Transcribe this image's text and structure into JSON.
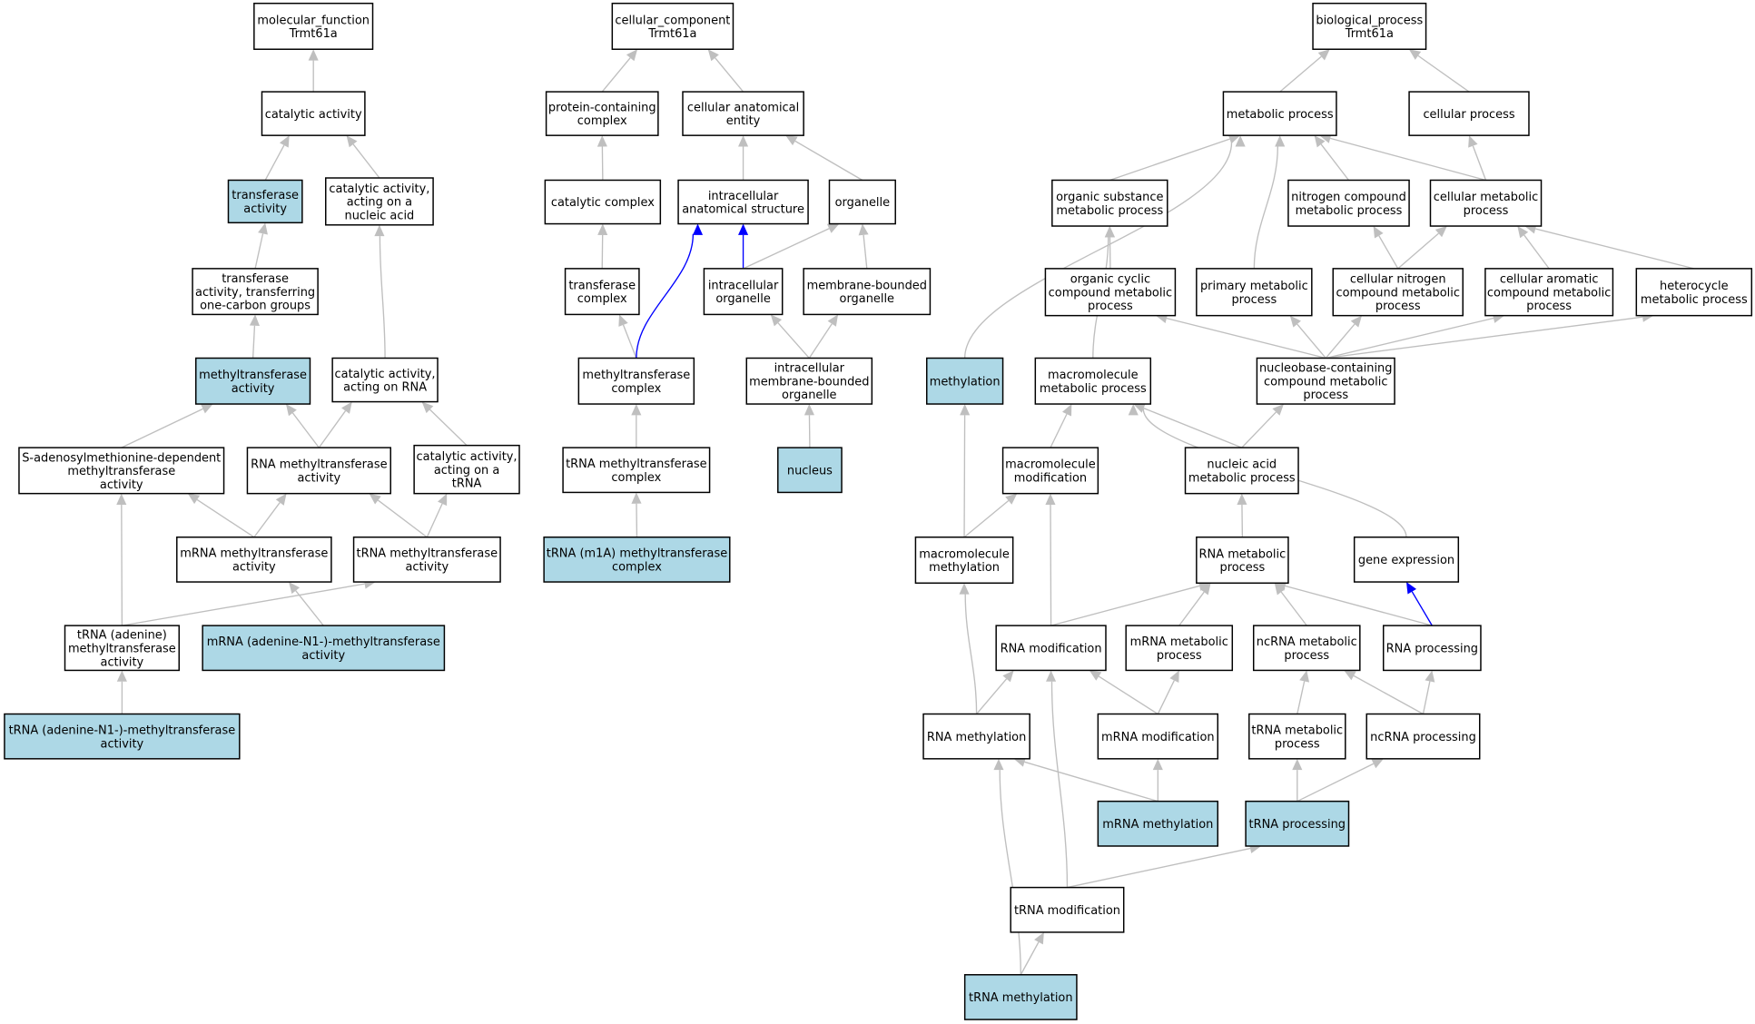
{
  "colors": {
    "highlight": "#add8e6",
    "plain": "#ffffff",
    "edge_gray": "#bfbfbf",
    "edge_blue": "#0000ff"
  },
  "nodes": [
    {
      "id": "mf_root",
      "lines": [
        "molecular_function",
        "Trmt61a"
      ],
      "hl": false
    },
    {
      "id": "mf_cat",
      "lines": [
        "catalytic activity"
      ],
      "hl": false
    },
    {
      "id": "mf_transferase",
      "lines": [
        "transferase",
        "activity"
      ],
      "hl": true
    },
    {
      "id": "mf_cat_na",
      "lines": [
        "catalytic activity,",
        "acting on a",
        "nucleic acid"
      ],
      "hl": false
    },
    {
      "id": "mf_transf_1c",
      "lines": [
        "transferase",
        "activity, transferring",
        "one-carbon groups"
      ],
      "hl": false
    },
    {
      "id": "mf_methyltr",
      "lines": [
        "methyltransferase",
        "activity"
      ],
      "hl": true
    },
    {
      "id": "mf_cat_rna",
      "lines": [
        "catalytic activity,",
        "acting on RNA"
      ],
      "hl": false
    },
    {
      "id": "mf_sam",
      "lines": [
        "S-adenosylmethionine-dependent",
        "methyltransferase",
        "activity"
      ],
      "hl": false
    },
    {
      "id": "mf_rna_mt",
      "lines": [
        "RNA methyltransferase",
        "activity"
      ],
      "hl": false
    },
    {
      "id": "mf_cat_trna",
      "lines": [
        "catalytic activity,",
        "acting on a",
        "tRNA"
      ],
      "hl": false
    },
    {
      "id": "mf_mrna_mt",
      "lines": [
        "mRNA methyltransferase",
        "activity"
      ],
      "hl": false
    },
    {
      "id": "mf_trna_mt",
      "lines": [
        "tRNA methyltransferase",
        "activity"
      ],
      "hl": false
    },
    {
      "id": "mf_trna_ade",
      "lines": [
        "tRNA (adenine)",
        "methyltransferase",
        "activity"
      ],
      "hl": false
    },
    {
      "id": "mf_mrna_n1",
      "lines": [
        "mRNA (adenine-N1-)-methyltransferase",
        "activity"
      ],
      "hl": true
    },
    {
      "id": "mf_trna_n1",
      "lines": [
        "tRNA (adenine-N1-)-methyltransferase",
        "activity"
      ],
      "hl": true
    },
    {
      "id": "cc_root",
      "lines": [
        "cellular_component",
        "Trmt61a"
      ],
      "hl": false
    },
    {
      "id": "cc_protcomplex",
      "lines": [
        "protein-containing",
        "complex"
      ],
      "hl": false
    },
    {
      "id": "cc_cae",
      "lines": [
        "cellular anatomical",
        "entity"
      ],
      "hl": false
    },
    {
      "id": "cc_catcomplex",
      "lines": [
        "catalytic complex"
      ],
      "hl": false
    },
    {
      "id": "cc_ias",
      "lines": [
        "intracellular",
        "anatomical structure"
      ],
      "hl": false
    },
    {
      "id": "cc_organelle",
      "lines": [
        "organelle"
      ],
      "hl": false
    },
    {
      "id": "cc_trcomplex",
      "lines": [
        "transferase",
        "complex"
      ],
      "hl": false
    },
    {
      "id": "cc_intorg",
      "lines": [
        "intracellular",
        "organelle"
      ],
      "hl": false
    },
    {
      "id": "cc_mbo",
      "lines": [
        "membrane-bounded",
        "organelle"
      ],
      "hl": false
    },
    {
      "id": "cc_mtcomplex",
      "lines": [
        "methyltransferase",
        "complex"
      ],
      "hl": false
    },
    {
      "id": "cc_imbo",
      "lines": [
        "intracellular",
        "membrane-bounded",
        "organelle"
      ],
      "hl": false
    },
    {
      "id": "cc_trnamtc",
      "lines": [
        "tRNA methyltransferase",
        "complex"
      ],
      "hl": false
    },
    {
      "id": "cc_nucleus",
      "lines": [
        "nucleus"
      ],
      "hl": true
    },
    {
      "id": "cc_m1a",
      "lines": [
        "tRNA (m1A) methyltransferase",
        "complex"
      ],
      "hl": true
    },
    {
      "id": "bp_root",
      "lines": [
        "biological_process",
        "Trmt61a"
      ],
      "hl": false
    },
    {
      "id": "bp_metab",
      "lines": [
        "metabolic process"
      ],
      "hl": false
    },
    {
      "id": "bp_cellproc",
      "lines": [
        "cellular process"
      ],
      "hl": false
    },
    {
      "id": "bp_osmp",
      "lines": [
        "organic substance",
        "metabolic process"
      ],
      "hl": false
    },
    {
      "id": "bp_ncmp",
      "lines": [
        "nitrogen compound",
        "metabolic process"
      ],
      "hl": false
    },
    {
      "id": "bp_cmp",
      "lines": [
        "cellular metabolic",
        "process"
      ],
      "hl": false
    },
    {
      "id": "bp_occmp",
      "lines": [
        "organic cyclic",
        "compound metabolic",
        "process"
      ],
      "hl": false
    },
    {
      "id": "bp_pmp",
      "lines": [
        "primary metabolic",
        "process"
      ],
      "hl": false
    },
    {
      "id": "bp_cnc",
      "lines": [
        "cellular nitrogen",
        "compound metabolic",
        "process"
      ],
      "hl": false
    },
    {
      "id": "bp_cac",
      "lines": [
        "cellular aromatic",
        "compound metabolic",
        "process"
      ],
      "hl": false
    },
    {
      "id": "bp_het",
      "lines": [
        "heterocycle",
        "metabolic process"
      ],
      "hl": false
    },
    {
      "id": "bp_methylation",
      "lines": [
        "methylation"
      ],
      "hl": true
    },
    {
      "id": "bp_macromp",
      "lines": [
        "macromolecule",
        "metabolic process"
      ],
      "hl": false
    },
    {
      "id": "bp_nbc",
      "lines": [
        "nucleobase-containing",
        "compound metabolic",
        "process"
      ],
      "hl": false
    },
    {
      "id": "bp_macromod",
      "lines": [
        "macromolecule",
        "modification"
      ],
      "hl": false
    },
    {
      "id": "bp_namp",
      "lines": [
        "nucleic acid",
        "metabolic process"
      ],
      "hl": false
    },
    {
      "id": "bp_macrometh",
      "lines": [
        "macromolecule",
        "methylation"
      ],
      "hl": false
    },
    {
      "id": "bp_rnamp",
      "lines": [
        "RNA metabolic",
        "process"
      ],
      "hl": false
    },
    {
      "id": "bp_geneexp",
      "lines": [
        "gene expression"
      ],
      "hl": false
    },
    {
      "id": "bp_rnamod",
      "lines": [
        "RNA modification"
      ],
      "hl": false
    },
    {
      "id": "bp_mrnamp",
      "lines": [
        "mRNA metabolic",
        "process"
      ],
      "hl": false
    },
    {
      "id": "bp_ncrnamp",
      "lines": [
        "ncRNA metabolic",
        "process"
      ],
      "hl": false
    },
    {
      "id": "bp_rnaproc",
      "lines": [
        "RNA processing"
      ],
      "hl": false
    },
    {
      "id": "bp_rnameth",
      "lines": [
        "RNA methylation"
      ],
      "hl": false
    },
    {
      "id": "bp_mrnamod",
      "lines": [
        "mRNA modification"
      ],
      "hl": false
    },
    {
      "id": "bp_trnamp",
      "lines": [
        "tRNA metabolic",
        "process"
      ],
      "hl": false
    },
    {
      "id": "bp_ncrnaproc",
      "lines": [
        "ncRNA processing"
      ],
      "hl": false
    },
    {
      "id": "bp_mrnameth",
      "lines": [
        "mRNA methylation"
      ],
      "hl": true
    },
    {
      "id": "bp_trnaproc",
      "lines": [
        "tRNA processing"
      ],
      "hl": true
    },
    {
      "id": "bp_trnamod",
      "lines": [
        "tRNA modification"
      ],
      "hl": false
    },
    {
      "id": "bp_trnameth",
      "lines": [
        "tRNA methylation"
      ],
      "hl": true
    }
  ],
  "edges": [
    {
      "from": "mf_cat",
      "to": "mf_root",
      "color": "gray"
    },
    {
      "from": "mf_transferase",
      "to": "mf_cat",
      "color": "gray"
    },
    {
      "from": "mf_cat_na",
      "to": "mf_cat",
      "color": "gray"
    },
    {
      "from": "mf_transf_1c",
      "to": "mf_transferase",
      "color": "gray"
    },
    {
      "from": "mf_methyltr",
      "to": "mf_transf_1c",
      "color": "gray"
    },
    {
      "from": "mf_cat_rna",
      "to": "mf_cat_na",
      "color": "gray"
    },
    {
      "from": "mf_sam",
      "to": "mf_methyltr",
      "color": "gray"
    },
    {
      "from": "mf_rna_mt",
      "to": "mf_methyltr",
      "color": "gray"
    },
    {
      "from": "mf_rna_mt",
      "to": "mf_cat_rna",
      "color": "gray"
    },
    {
      "from": "mf_cat_trna",
      "to": "mf_cat_rna",
      "color": "gray"
    },
    {
      "from": "mf_mrna_mt",
      "to": "mf_sam",
      "color": "gray"
    },
    {
      "from": "mf_mrna_mt",
      "to": "mf_rna_mt",
      "color": "gray"
    },
    {
      "from": "mf_trna_mt",
      "to": "mf_rna_mt",
      "color": "gray"
    },
    {
      "from": "mf_trna_mt",
      "to": "mf_cat_trna",
      "color": "gray"
    },
    {
      "from": "mf_trna_ade",
      "to": "mf_sam",
      "color": "gray"
    },
    {
      "from": "mf_trna_ade",
      "to": "mf_trna_mt",
      "color": "gray"
    },
    {
      "from": "mf_mrna_n1",
      "to": "mf_mrna_mt",
      "color": "gray"
    },
    {
      "from": "mf_trna_n1",
      "to": "mf_trna_ade",
      "color": "gray"
    },
    {
      "from": "cc_protcomplex",
      "to": "cc_root",
      "color": "gray"
    },
    {
      "from": "cc_cae",
      "to": "cc_root",
      "color": "gray"
    },
    {
      "from": "cc_catcomplex",
      "to": "cc_protcomplex",
      "color": "gray"
    },
    {
      "from": "cc_ias",
      "to": "cc_cae",
      "color": "gray"
    },
    {
      "from": "cc_organelle",
      "to": "cc_cae",
      "color": "gray"
    },
    {
      "from": "cc_trcomplex",
      "to": "cc_catcomplex",
      "color": "gray"
    },
    {
      "from": "cc_intorg",
      "to": "cc_ias",
      "color": "blue"
    },
    {
      "from": "cc_intorg",
      "to": "cc_organelle",
      "color": "gray"
    },
    {
      "from": "cc_mbo",
      "to": "cc_organelle",
      "color": "gray"
    },
    {
      "from": "cc_mtcomplex",
      "to": "cc_trcomplex",
      "color": "gray"
    },
    {
      "from": "cc_mtcomplex",
      "to": "cc_ias",
      "color": "blue"
    },
    {
      "from": "cc_imbo",
      "to": "cc_intorg",
      "color": "gray"
    },
    {
      "from": "cc_imbo",
      "to": "cc_mbo",
      "color": "gray"
    },
    {
      "from": "cc_trnamtc",
      "to": "cc_mtcomplex",
      "color": "gray"
    },
    {
      "from": "cc_nucleus",
      "to": "cc_imbo",
      "color": "gray"
    },
    {
      "from": "cc_m1a",
      "to": "cc_trnamtc",
      "color": "gray"
    },
    {
      "from": "bp_metab",
      "to": "bp_root",
      "color": "gray"
    },
    {
      "from": "bp_cellproc",
      "to": "bp_root",
      "color": "gray"
    },
    {
      "from": "bp_osmp",
      "to": "bp_metab",
      "color": "gray"
    },
    {
      "from": "bp_ncmp",
      "to": "bp_metab",
      "color": "gray"
    },
    {
      "from": "bp_cmp",
      "to": "bp_metab",
      "color": "gray"
    },
    {
      "from": "bp_cmp",
      "to": "bp_cellproc",
      "color": "gray"
    },
    {
      "from": "bp_pmp",
      "to": "bp_metab",
      "color": "gray"
    },
    {
      "from": "bp_methylation",
      "to": "bp_metab",
      "color": "gray"
    },
    {
      "from": "bp_occmp",
      "to": "bp_osmp",
      "color": "gray"
    },
    {
      "from": "bp_cnc",
      "to": "bp_ncmp",
      "color": "gray"
    },
    {
      "from": "bp_cnc",
      "to": "bp_cmp",
      "color": "gray"
    },
    {
      "from": "bp_cac",
      "to": "bp_cmp",
      "color": "gray"
    },
    {
      "from": "bp_het",
      "to": "bp_cmp",
      "color": "gray"
    },
    {
      "from": "bp_macromp",
      "to": "bp_osmp",
      "color": "gray"
    },
    {
      "from": "bp_nbc",
      "to": "bp_occmp",
      "color": "gray"
    },
    {
      "from": "bp_nbc",
      "to": "bp_pmp",
      "color": "gray"
    },
    {
      "from": "bp_nbc",
      "to": "bp_cnc",
      "color": "gray"
    },
    {
      "from": "bp_nbc",
      "to": "bp_cac",
      "color": "gray"
    },
    {
      "from": "bp_nbc",
      "to": "bp_het",
      "color": "gray"
    },
    {
      "from": "bp_macromod",
      "to": "bp_macromp",
      "color": "gray"
    },
    {
      "from": "bp_namp",
      "to": "bp_macromp",
      "color": "gray"
    },
    {
      "from": "bp_namp",
      "to": "bp_nbc",
      "color": "gray"
    },
    {
      "from": "bp_geneexp",
      "to": "bp_macromp",
      "color": "gray"
    },
    {
      "from": "bp_macrometh",
      "to": "bp_methylation",
      "color": "gray"
    },
    {
      "from": "bp_macrometh",
      "to": "bp_macromod",
      "color": "gray"
    },
    {
      "from": "bp_rnamp",
      "to": "bp_namp",
      "color": "gray"
    },
    {
      "from": "bp_rnamod",
      "to": "bp_macromod",
      "color": "gray"
    },
    {
      "from": "bp_rnamod",
      "to": "bp_rnamp",
      "color": "gray"
    },
    {
      "from": "bp_mrnamp",
      "to": "bp_rnamp",
      "color": "gray"
    },
    {
      "from": "bp_ncrnamp",
      "to": "bp_rnamp",
      "color": "gray"
    },
    {
      "from": "bp_rnaproc",
      "to": "bp_rnamp",
      "color": "gray"
    },
    {
      "from": "bp_rnaproc",
      "to": "bp_geneexp",
      "color": "blue"
    },
    {
      "from": "bp_rnameth",
      "to": "bp_macrometh",
      "color": "gray"
    },
    {
      "from": "bp_rnameth",
      "to": "bp_rnamod",
      "color": "gray"
    },
    {
      "from": "bp_mrnamod",
      "to": "bp_rnamod",
      "color": "gray"
    },
    {
      "from": "bp_mrnamod",
      "to": "bp_mrnamp",
      "color": "gray"
    },
    {
      "from": "bp_trnamp",
      "to": "bp_ncrnamp",
      "color": "gray"
    },
    {
      "from": "bp_ncrnaproc",
      "to": "bp_ncrnamp",
      "color": "gray"
    },
    {
      "from": "bp_ncrnaproc",
      "to": "bp_rnaproc",
      "color": "gray"
    },
    {
      "from": "bp_mrnameth",
      "to": "bp_rnameth",
      "color": "gray"
    },
    {
      "from": "bp_mrnameth",
      "to": "bp_mrnamod",
      "color": "gray"
    },
    {
      "from": "bp_trnaproc",
      "to": "bp_trnamp",
      "color": "gray"
    },
    {
      "from": "bp_trnaproc",
      "to": "bp_ncrnaproc",
      "color": "gray"
    },
    {
      "from": "bp_trnamod",
      "to": "bp_rnamod",
      "color": "gray"
    },
    {
      "from": "bp_trnamod",
      "to": "bp_trnaproc",
      "color": "gray"
    },
    {
      "from": "bp_trnameth",
      "to": "bp_rnameth",
      "color": "gray"
    },
    {
      "from": "bp_trnameth",
      "to": "bp_trnamod",
      "color": "gray"
    }
  ]
}
